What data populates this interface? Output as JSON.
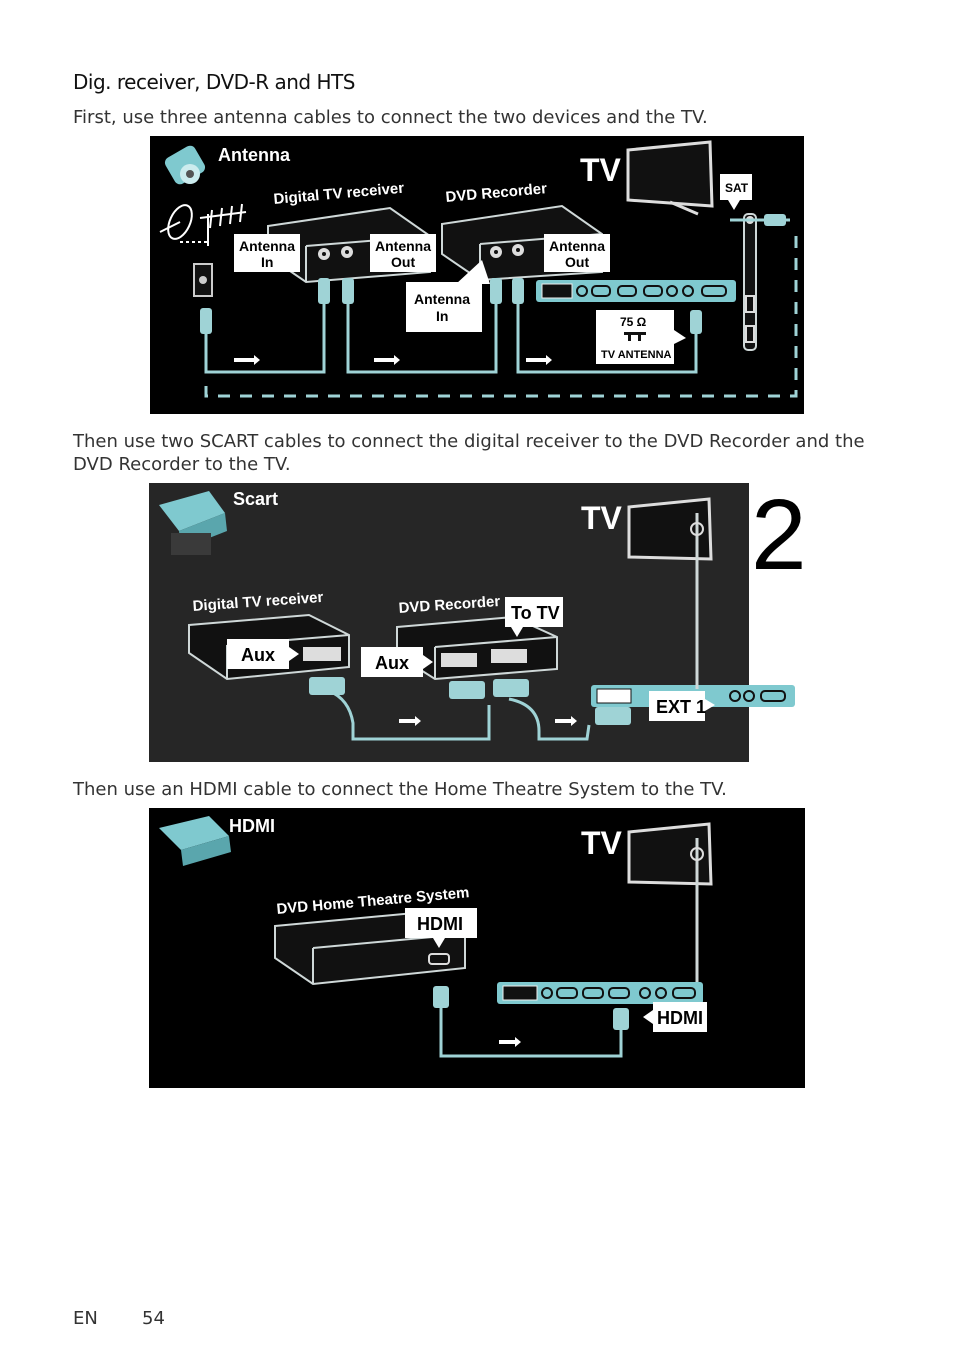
{
  "heading": "Dig. receiver, DVD-R and HTS",
  "paragraphs": {
    "antenna": "First, use three antenna cables to connect the two devices and the TV.",
    "scart": "Then use two SCART cables to connect the digital receiver to the DVD Recorder and the DVD Recorder to the TV.",
    "hdmi": "Then use an HDMI cable to connect the Home Theatre System to the TV."
  },
  "diagram1": {
    "cable_label": "Antenna",
    "tv_label": "TV",
    "device1": "Digital TV receiver",
    "device2": "DVD Recorder",
    "antenna_in_line1": "Antenna",
    "antenna_in_line2": "In",
    "antenna_out_line1": "Antenna",
    "antenna_out_line2": "Out",
    "antenna_in2_line1": "Antenna",
    "antenna_in2_line2": "In",
    "antenna_out2_line1": "Antenna",
    "antenna_out2_line2": "Out",
    "sat": "SAT",
    "ohm": "75 Ω",
    "tv_antenna": "TV ANTENNA"
  },
  "diagram2": {
    "cable_label": "Scart",
    "tv_label": "TV",
    "step_number": "2",
    "device1": "Digital TV receiver",
    "device2": "DVD Recorder",
    "aux1": "Aux",
    "aux2": "Aux",
    "to_tv": "To TV",
    "ext1": "EXT 1"
  },
  "diagram3": {
    "cable_label": "HDMI",
    "tv_label": "TV",
    "device": "DVD Home Theatre System",
    "hdmi_device": "HDMI",
    "hdmi_tv": "HDMI"
  },
  "footer": {
    "lang": "EN",
    "page": "54"
  },
  "colors": {
    "cable": "#9fd3d6",
    "device": "#111111",
    "outline": "#cfd8d8"
  }
}
